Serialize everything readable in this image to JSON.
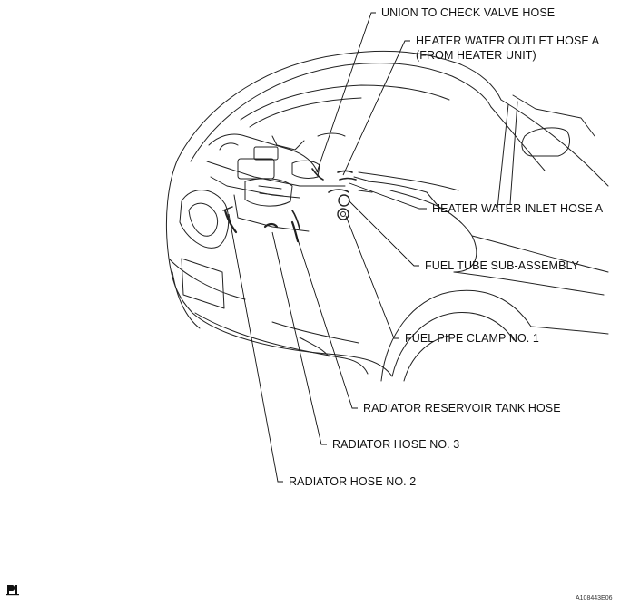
{
  "labels": {
    "union_to_check_valve_hose": "UNION TO CHECK VALVE HOSE",
    "heater_water_outlet_hose_line1": "HEATER WATER OUTLET HOSE A",
    "heater_water_outlet_hose_line2": "(FROM HEATER UNIT)",
    "heater_water_inlet_hose": "HEATER WATER INLET HOSE A",
    "fuel_tube_sub_assembly": "FUEL TUBE SUB-ASSEMBLY",
    "fuel_pipe_clamp_no1": "FUEL PIPE CLAMP NO. 1",
    "radiator_reservoir_tank_hose": "RADIATOR RESERVOIR TANK HOSE",
    "radiator_hose_no3": "RADIATOR HOSE NO. 3",
    "radiator_hose_no2": "RADIATOR HOSE NO. 2"
  },
  "figure_id": "A108443E06",
  "icons": {
    "corner": "manual-reference-icon"
  }
}
